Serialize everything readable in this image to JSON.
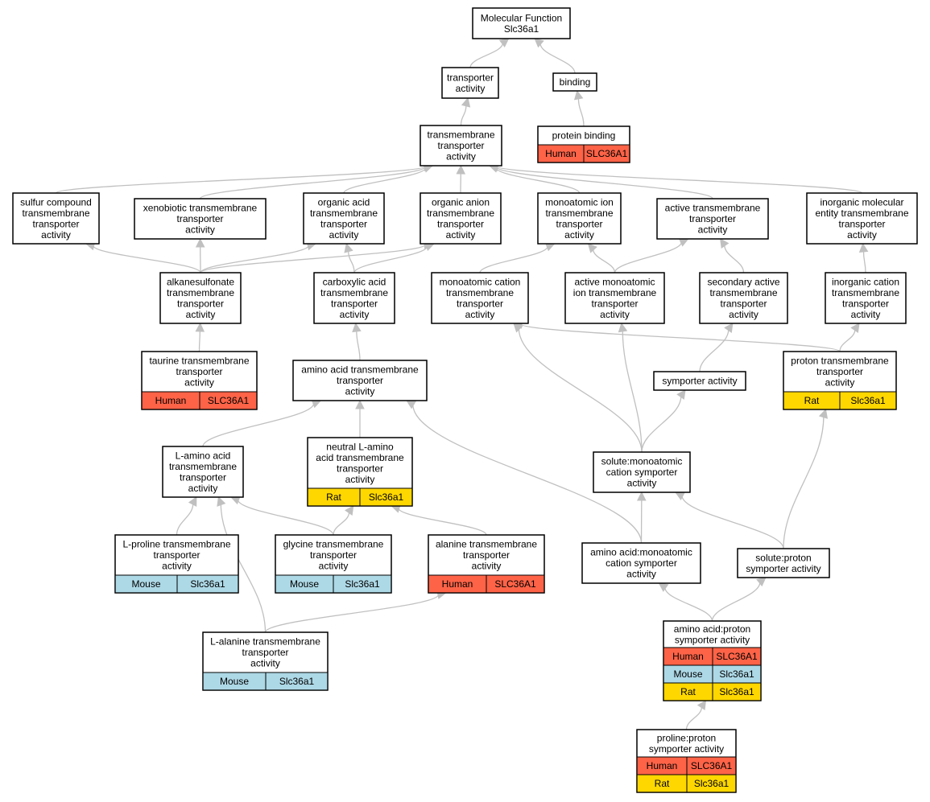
{
  "colors": {
    "human": "#ff6347",
    "mouse": "#add8e6",
    "rat": "#ffd700",
    "edge": "#c0c0c0",
    "border": "#000000"
  },
  "nodes": {
    "root": {
      "lines": [
        "Molecular Function",
        "Slc36a1"
      ]
    },
    "transporter_activity": {
      "lines": [
        "transporter",
        "activity"
      ]
    },
    "binding": {
      "lines": [
        "binding"
      ]
    },
    "protein_binding": {
      "lines": [
        "protein binding"
      ],
      "rows": [
        [
          "Human",
          "SLC36A1"
        ]
      ]
    },
    "transmembrane_transporter": {
      "lines": [
        "transmembrane",
        "transporter",
        "activity"
      ]
    },
    "sulfur_compound": {
      "lines": [
        "sulfur compound",
        "transmembrane",
        "transporter",
        "activity"
      ]
    },
    "xenobiotic": {
      "lines": [
        "xenobiotic transmembrane",
        "transporter",
        "activity"
      ]
    },
    "organic_acid": {
      "lines": [
        "organic acid",
        "transmembrane",
        "transporter",
        "activity"
      ]
    },
    "organic_anion": {
      "lines": [
        "organic anion",
        "transmembrane",
        "transporter",
        "activity"
      ]
    },
    "monoatomic_ion": {
      "lines": [
        "monoatomic ion",
        "transmembrane",
        "transporter",
        "activity"
      ]
    },
    "active_transmembrane": {
      "lines": [
        "active transmembrane",
        "transporter",
        "activity"
      ]
    },
    "inorganic_molecular": {
      "lines": [
        "inorganic molecular",
        "entity transmembrane",
        "transporter",
        "activity"
      ]
    },
    "alkanesulfonate": {
      "lines": [
        "alkanesulfonate",
        "transmembrane",
        "transporter",
        "activity"
      ]
    },
    "carboxylic_acid": {
      "lines": [
        "carboxylic acid",
        "transmembrane",
        "transporter",
        "activity"
      ]
    },
    "monoatomic_cation": {
      "lines": [
        "monoatomic cation",
        "transmembrane",
        "transporter",
        "activity"
      ]
    },
    "active_monoatomic_ion": {
      "lines": [
        "active monoatomic",
        "ion transmembrane",
        "transporter",
        "activity"
      ]
    },
    "secondary_active": {
      "lines": [
        "secondary active",
        "transmembrane",
        "transporter",
        "activity"
      ]
    },
    "inorganic_cation": {
      "lines": [
        "inorganic cation",
        "transmembrane",
        "transporter",
        "activity"
      ]
    },
    "taurine": {
      "lines": [
        "taurine transmembrane",
        "transporter",
        "activity"
      ],
      "rows": [
        [
          "Human",
          "SLC36A1"
        ]
      ]
    },
    "amino_acid_tm": {
      "lines": [
        "amino acid transmembrane",
        "transporter",
        "activity"
      ]
    },
    "symporter": {
      "lines": [
        "symporter activity"
      ]
    },
    "proton_tm": {
      "lines": [
        "proton transmembrane",
        "transporter",
        "activity"
      ],
      "rows": [
        [
          "Rat",
          "Slc36a1"
        ]
      ]
    },
    "l_amino_acid": {
      "lines": [
        "L-amino acid",
        "transmembrane",
        "transporter",
        "activity"
      ]
    },
    "neutral_l_amino": {
      "lines": [
        "neutral L-amino",
        "acid transmembrane",
        "transporter",
        "activity"
      ],
      "rows": [
        [
          "Rat",
          "Slc36a1"
        ]
      ]
    },
    "solute_monoatomic_cation": {
      "lines": [
        "solute:monoatomic",
        "cation symporter",
        "activity"
      ]
    },
    "l_proline": {
      "lines": [
        "L-proline transmembrane",
        "transporter",
        "activity"
      ],
      "rows": [
        [
          "Mouse",
          "Slc36a1"
        ]
      ]
    },
    "glycine": {
      "lines": [
        "glycine transmembrane",
        "transporter",
        "activity"
      ],
      "rows": [
        [
          "Mouse",
          "Slc36a1"
        ]
      ]
    },
    "alanine": {
      "lines": [
        "alanine transmembrane",
        "transporter",
        "activity"
      ],
      "rows": [
        [
          "Human",
          "SLC36A1"
        ]
      ]
    },
    "amino_acid_monoatomic": {
      "lines": [
        "amino acid:monoatomic",
        "cation symporter",
        "activity"
      ]
    },
    "solute_proton": {
      "lines": [
        "solute:proton",
        "symporter activity"
      ]
    },
    "l_alanine": {
      "lines": [
        "L-alanine transmembrane",
        "transporter",
        "activity"
      ],
      "rows": [
        [
          "Mouse",
          "Slc36a1"
        ]
      ]
    },
    "amino_acid_proton": {
      "lines": [
        "amino acid:proton",
        "symporter activity"
      ],
      "rows": [
        [
          "Human",
          "SLC36A1"
        ],
        [
          "Mouse",
          "Slc36a1"
        ],
        [
          "Rat",
          "Slc36a1"
        ]
      ]
    },
    "proline_proton": {
      "lines": [
        "proline:proton",
        "symporter activity"
      ],
      "rows": [
        [
          "Human",
          "SLC36A1"
        ],
        [
          "Rat",
          "Slc36a1"
        ]
      ]
    }
  },
  "edges": [
    [
      "transporter_activity",
      "root"
    ],
    [
      "binding",
      "root"
    ],
    [
      "protein_binding",
      "binding"
    ],
    [
      "transmembrane_transporter",
      "transporter_activity"
    ],
    [
      "sulfur_compound",
      "transmembrane_transporter"
    ],
    [
      "xenobiotic",
      "transmembrane_transporter"
    ],
    [
      "organic_acid",
      "transmembrane_transporter"
    ],
    [
      "organic_anion",
      "transmembrane_transporter"
    ],
    [
      "monoatomic_ion",
      "transmembrane_transporter"
    ],
    [
      "active_transmembrane",
      "transmembrane_transporter"
    ],
    [
      "inorganic_molecular",
      "transmembrane_transporter"
    ],
    [
      "alkanesulfonate",
      "sulfur_compound"
    ],
    [
      "alkanesulfonate",
      "xenobiotic"
    ],
    [
      "alkanesulfonate",
      "organic_acid"
    ],
    [
      "alkanesulfonate",
      "organic_anion"
    ],
    [
      "carboxylic_acid",
      "organic_acid"
    ],
    [
      "carboxylic_acid",
      "organic_anion"
    ],
    [
      "monoatomic_cation",
      "monoatomic_ion"
    ],
    [
      "active_monoatomic_ion",
      "monoatomic_ion"
    ],
    [
      "active_monoatomic_ion",
      "active_transmembrane"
    ],
    [
      "secondary_active",
      "active_transmembrane"
    ],
    [
      "inorganic_cation",
      "inorganic_molecular"
    ],
    [
      "taurine",
      "alkanesulfonate"
    ],
    [
      "amino_acid_tm",
      "carboxylic_acid"
    ],
    [
      "symporter",
      "secondary_active"
    ],
    [
      "proton_tm",
      "monoatomic_cation"
    ],
    [
      "proton_tm",
      "inorganic_cation"
    ],
    [
      "l_amino_acid",
      "amino_acid_tm"
    ],
    [
      "neutral_l_amino",
      "amino_acid_tm"
    ],
    [
      "solute_monoatomic_cation",
      "monoatomic_cation"
    ],
    [
      "solute_monoatomic_cation",
      "active_monoatomic_ion"
    ],
    [
      "solute_monoatomic_cation",
      "symporter"
    ],
    [
      "l_proline",
      "l_amino_acid"
    ],
    [
      "glycine",
      "l_amino_acid"
    ],
    [
      "glycine",
      "neutral_l_amino"
    ],
    [
      "alanine",
      "neutral_l_amino"
    ],
    [
      "amino_acid_monoatomic",
      "amino_acid_tm"
    ],
    [
      "amino_acid_monoatomic",
      "solute_monoatomic_cation"
    ],
    [
      "solute_proton",
      "solute_monoatomic_cation"
    ],
    [
      "solute_proton",
      "proton_tm"
    ],
    [
      "l_alanine",
      "l_amino_acid"
    ],
    [
      "l_alanine",
      "alanine"
    ],
    [
      "amino_acid_proton",
      "amino_acid_monoatomic"
    ],
    [
      "amino_acid_proton",
      "solute_proton"
    ],
    [
      "proline_proton",
      "amino_acid_proton"
    ]
  ]
}
